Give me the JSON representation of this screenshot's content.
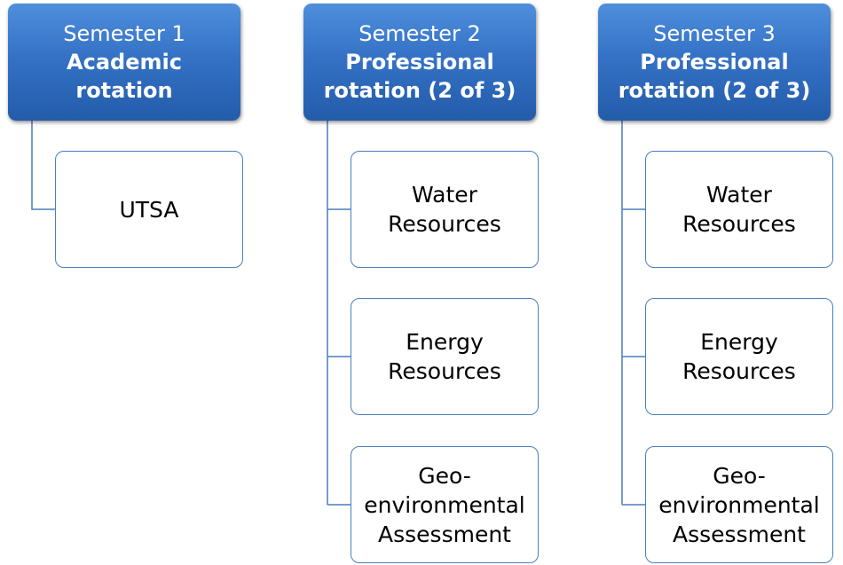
{
  "columns": [
    {
      "id": "semester-1",
      "semester": "Semester 1",
      "rotation": "Academic rotation",
      "items": [
        "UTSA"
      ]
    },
    {
      "id": "semester-2",
      "semester": "Semester 2",
      "rotation": "Professional rotation (2 of 3)",
      "items": [
        "Water Resources",
        "Energy Resources",
        "Geo-environmental Assessment"
      ]
    },
    {
      "id": "semester-3",
      "semester": "Semester 3",
      "rotation": "Professional rotation (2 of 3)",
      "items": [
        "Water Resources",
        "Energy Resources",
        "Geo-environmental Assessment"
      ]
    }
  ],
  "colors": {
    "header_top": "#4f8fdc",
    "header_bottom": "#235ca9",
    "leaf_border": "#4a7ebb",
    "connector": "#4a7ebb"
  }
}
